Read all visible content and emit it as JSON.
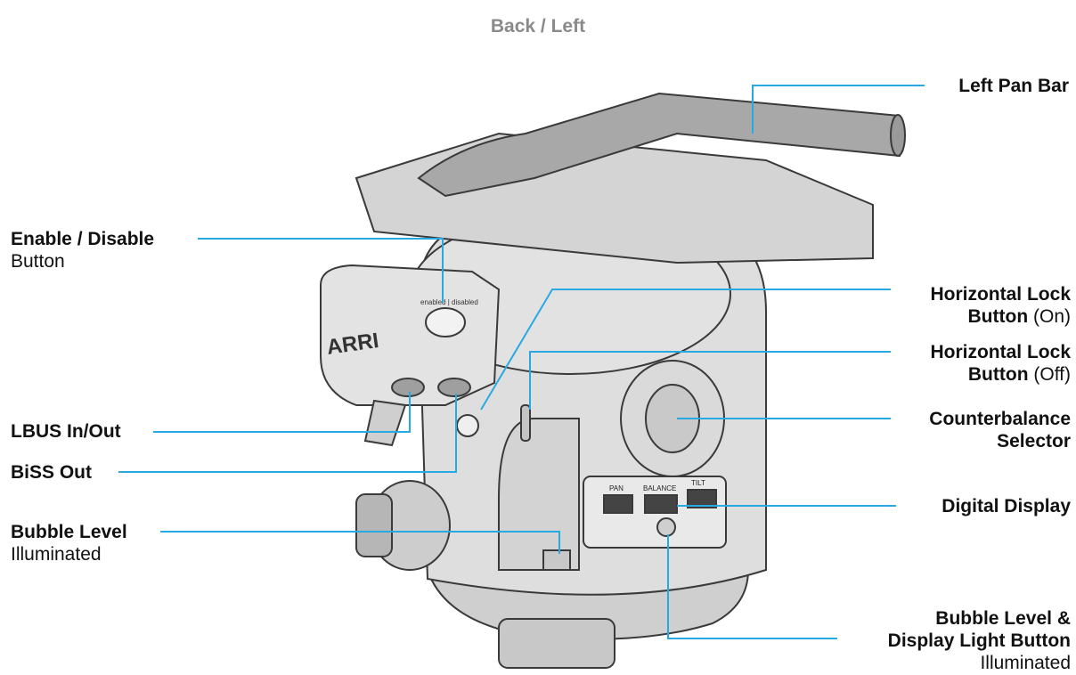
{
  "title": "Back / Left",
  "logo_text": "ARRI",
  "device_text": {
    "enable_label": "enabled | disabled",
    "display_labels": [
      "PAN",
      "BALANCE",
      "TILT"
    ]
  },
  "colors": {
    "leader": "#29a9e1",
    "title": "#8a8a8a",
    "body": "#d7d7d7",
    "outline": "#3a3a3a"
  },
  "labels": {
    "left_pan_bar": "Left Pan Bar",
    "enable_disable": "Enable / Disable",
    "enable_disable_sub": "Button",
    "h_lock_on_1": "Horizontal Lock",
    "h_lock_on_2": "Button",
    "h_lock_on_3": "(On)",
    "h_lock_off_1": "Horizontal Lock",
    "h_lock_off_2": "Button",
    "h_lock_off_3": "(Off)",
    "lbus": "LBUS In/Out",
    "biss": "BiSS Out",
    "counterbalance_1": "Counterbalance",
    "counterbalance_2": "Selector",
    "digital_display": "Digital Display",
    "bubble_level": "Bubble Level",
    "bubble_level_sub": "Illuminated",
    "display_light_1": "Bubble Level &",
    "display_light_2": "Display Light Button",
    "display_light_3": "Illuminated"
  }
}
